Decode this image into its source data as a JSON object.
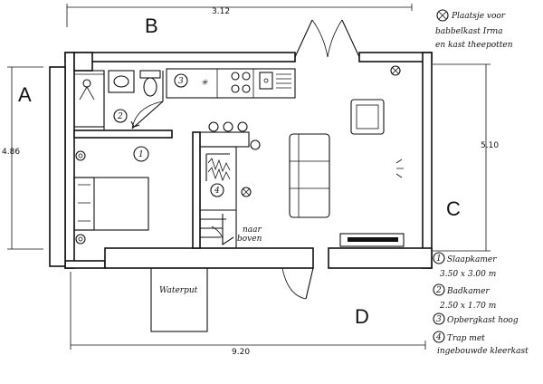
{
  "zones": {
    "a": "A",
    "b": "B",
    "c": "C",
    "d": "D"
  },
  "dimensions": {
    "top_width": "3.12",
    "bottom_width": "9.20",
    "left_height": "4.86",
    "right_height": "5.10"
  },
  "room_markers": {
    "bedroom": "1",
    "bathroom": "2",
    "storage": "3",
    "stairs": "4"
  },
  "labels": {
    "stairs_up_line1": "naar",
    "stairs_up_line2": "boven",
    "water_pit": "Waterput"
  },
  "legend": {
    "note_line1": "Plaatsje voor",
    "note_line2": "babbelkast Irma",
    "note_line3": "en kast theepotten",
    "item1_line1": "Slaapkamer",
    "item1_line2": "3.50 x 3.00 m",
    "item2_line1": "Badkamer",
    "item2_line2": "2.50 x 1.70 m",
    "item3_line1": "Opbergkast hoog",
    "item4_line1": "Trap met",
    "item4_line2": "ingebouwde kleerkast"
  },
  "colors": {
    "ink": "#111111",
    "paper": "#ffffff"
  }
}
